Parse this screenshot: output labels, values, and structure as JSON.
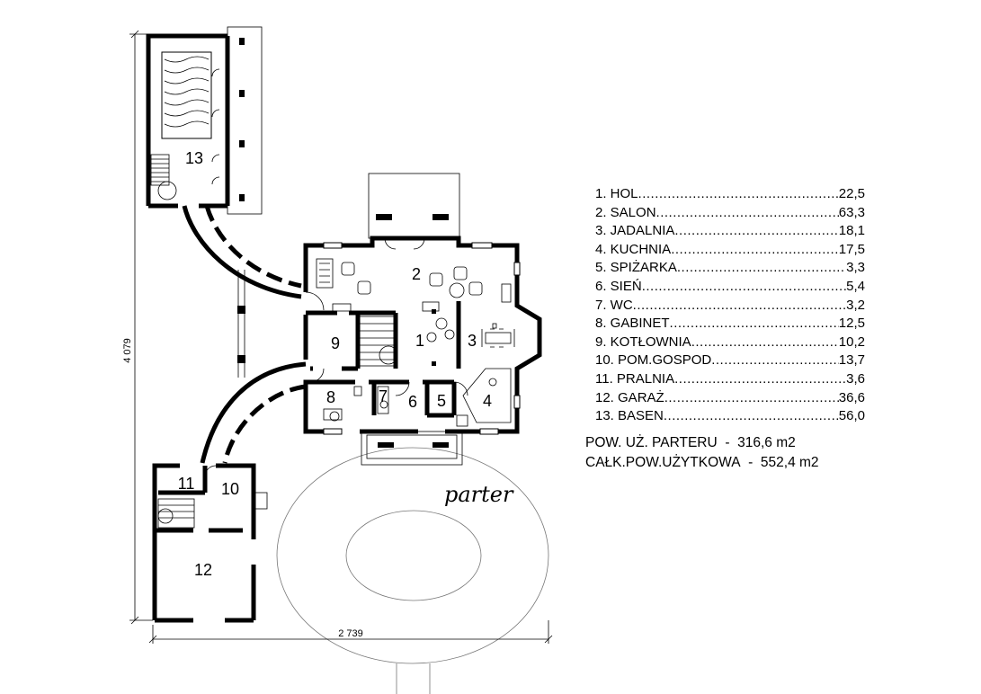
{
  "rooms": [
    {
      "num": "1.",
      "name": "HOL",
      "area": "22,5"
    },
    {
      "num": "2.",
      "name": "SALON",
      "area": "63,3"
    },
    {
      "num": "3.",
      "name": "JADALNIA",
      "area": "18,1"
    },
    {
      "num": "4.",
      "name": "KUCHNIA",
      "area": "17,5"
    },
    {
      "num": "5.",
      "name": "SPIŻARKA",
      "area": "3,3"
    },
    {
      "num": "6.",
      "name": "SIEŃ",
      "area": "5,4"
    },
    {
      "num": "7.",
      "name": "WC",
      "area": "3,2"
    },
    {
      "num": "8.",
      "name": "GABINET",
      "area": "12,5"
    },
    {
      "num": "9.",
      "name": "KOTŁOWNIA",
      "area": "10,2"
    },
    {
      "num": "10.",
      "name": "POM.GOSPOD",
      "area": "13,7"
    },
    {
      "num": "11.",
      "name": "PRALNIA",
      "area": "3,6"
    },
    {
      "num": "12.",
      "name": "GARAŻ",
      "area": "36,6"
    },
    {
      "num": "13.",
      "name": "BASEN",
      "area": "56,0"
    }
  ],
  "totals": [
    {
      "label": "POW. UŻ. PARTERU",
      "sep": "-",
      "value": "316,6 m2"
    },
    {
      "label": "CAŁK.POW.UŻYTKOWA",
      "sep": "-",
      "value": "552,4 m2"
    }
  ],
  "plan": {
    "room_numbers": [
      "1",
      "2",
      "3",
      "4",
      "5",
      "6",
      "7",
      "8",
      "9",
      "10",
      "11",
      "12",
      "13"
    ],
    "dim_height": "4 079",
    "dim_width": "2 739",
    "floor_label": "parter"
  }
}
